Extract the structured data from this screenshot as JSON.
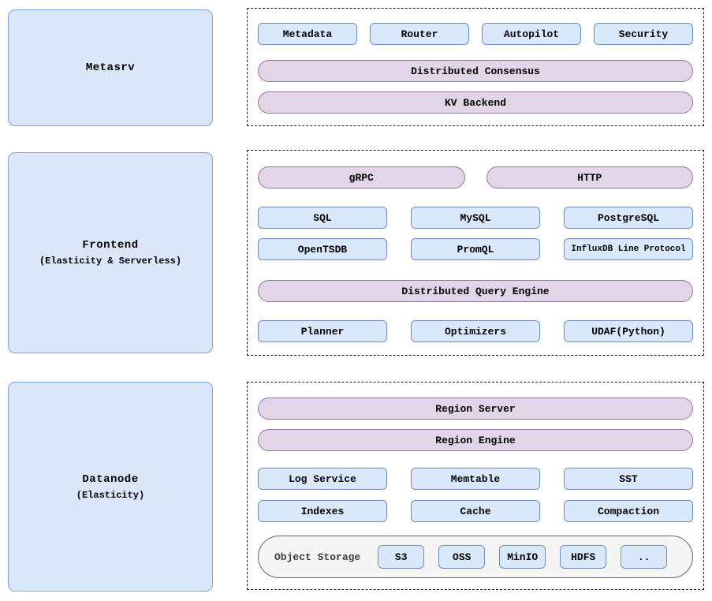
{
  "colors": {
    "big_box_fill": "#dbe6f8",
    "big_box_border": "#7ea2e0",
    "small_box_fill": "#dae8fc",
    "small_box_border": "#6c8ebf",
    "pill_fill": "#e1d5e7",
    "pill_border": "#9673a6",
    "storage_fill": "#f5f5f5",
    "storage_border": "#666666",
    "dash_color": "#1a1a1a"
  },
  "sections": {
    "metasrv": {
      "title": "Metasrv",
      "components": [
        "Metadata",
        "Router",
        "Autopilot",
        "Security"
      ],
      "pills": [
        "Distributed Consensus",
        "KV Backend"
      ]
    },
    "frontend": {
      "title": "Frontend",
      "subtitle": "(Elasticity & Serverless)",
      "protocol_pills": [
        "gRPC",
        "HTTP"
      ],
      "protocols_row1": [
        "SQL",
        "MySQL",
        "PostgreSQL"
      ],
      "protocols_row2": [
        "OpenTSDB",
        "PromQL",
        "InfluxDB Line Protocol"
      ],
      "engine_pill": "Distributed Query Engine",
      "engine_components": [
        "Planner",
        "Optimizers",
        "UDAF(Python)"
      ]
    },
    "datanode": {
      "title": "Datanode",
      "subtitle": "(Elasticity)",
      "pills": [
        "Region Server",
        "Region Engine"
      ],
      "components_row1": [
        "Log Service",
        "Memtable",
        "SST"
      ],
      "components_row2": [
        "Indexes",
        "Cache",
        "Compaction"
      ],
      "object_storage": {
        "label": "Object Storage",
        "backends": [
          "S3",
          "OSS",
          "MinIO",
          "HDFS",
          ".."
        ]
      }
    }
  }
}
